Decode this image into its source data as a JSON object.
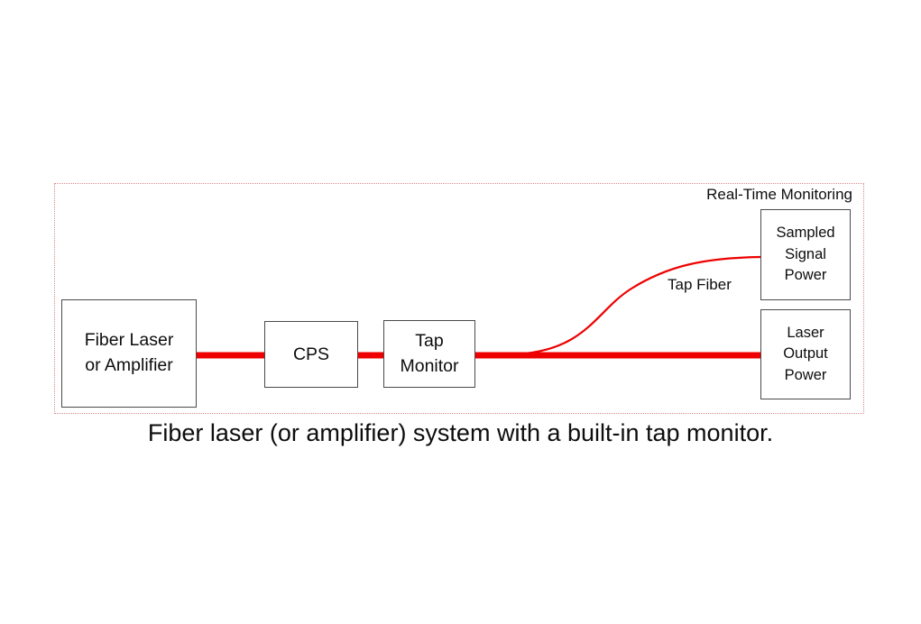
{
  "diagram": {
    "caption": "Fiber laser (or amplifier) system with a built-in tap monitor.",
    "monitoring_label": "Real-Time Monitoring",
    "tap_fiber_label": "Tap Fiber",
    "colors": {
      "fiber_red": "#ee0000",
      "region_border_pink": "#d98a8a",
      "box_border": "#4a4a4a"
    },
    "boxes": {
      "fiber_laser": {
        "line1": "Fiber Laser",
        "line2": "or Amplifier"
      },
      "cps": {
        "label": "CPS"
      },
      "tap_monitor": {
        "line1": "Tap",
        "line2": "Monitor"
      },
      "sampled_signal": {
        "line1": "Sampled",
        "line2": "Signal",
        "line3": "Power"
      },
      "laser_output": {
        "line1": "Laser",
        "line2": "Output",
        "line3": "Power"
      }
    }
  }
}
